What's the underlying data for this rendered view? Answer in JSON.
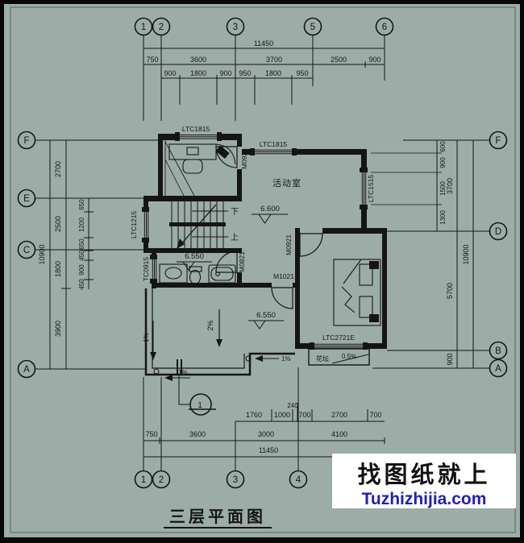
{
  "canvas": {
    "bg": "#9cada7",
    "ink": "#151515",
    "paper": "#ffffff",
    "blue": "#2121b0"
  },
  "title": "三层平面图",
  "watermark": {
    "line1": "找图纸就上",
    "line2": "Tuzhizhijia.com"
  },
  "bubbles": {
    "top": [
      "1",
      "2",
      "3",
      "5",
      "6"
    ],
    "bottom": [
      "1",
      "2",
      "3",
      "4"
    ],
    "left": [
      "F",
      "E",
      "C",
      "A"
    ],
    "right": [
      "F",
      "D",
      "B",
      "A"
    ]
  },
  "dims": {
    "top_total": "11450",
    "top_main": [
      "750",
      "3600",
      "3700",
      "2500",
      "900"
    ],
    "top_sub": [
      "900",
      "1800",
      "900",
      "950",
      "1800",
      "950"
    ],
    "bottom_total": "11450",
    "bottom_main": [
      "750",
      "3600",
      "3000",
      "4100"
    ],
    "bottom_sub": [
      "1760",
      "1000",
      "240",
      "700",
      "2700",
      "700"
    ],
    "left_total": "10900",
    "left_main": [
      "2700",
      "2500",
      "1800",
      "3900"
    ],
    "left_sub": [
      "650",
      "1200",
      "650",
      "450",
      "900",
      "450"
    ],
    "right_total": "10900",
    "right_main": [
      "3700",
      "5700",
      "900"
    ],
    "right_sub": [
      "600",
      "900",
      "1500",
      "1300"
    ]
  },
  "labels": {
    "activity_room": "活动室",
    "level_activity": "6.600",
    "level_bath": "6.550",
    "level_terrace": "6.550",
    "slope_main": "2%",
    "slope_left": "1%",
    "slope_bottom": "1%",
    "slope_right": "1%",
    "flowerbed": "花坛",
    "flowerbed_slope": "0.5%",
    "stair_up": "上",
    "stair_down": "下",
    "section_no": "1"
  },
  "windows": {
    "study": "LTC1815",
    "activity": "LTC1815",
    "east": "LTC1515",
    "stair": "LTC1215",
    "bath": "TC0915",
    "bedroom": "LTC2721E"
  },
  "doors": {
    "study": "M0921",
    "bedroom": "M0921",
    "bath": "M0821",
    "terrace": "M1021"
  }
}
